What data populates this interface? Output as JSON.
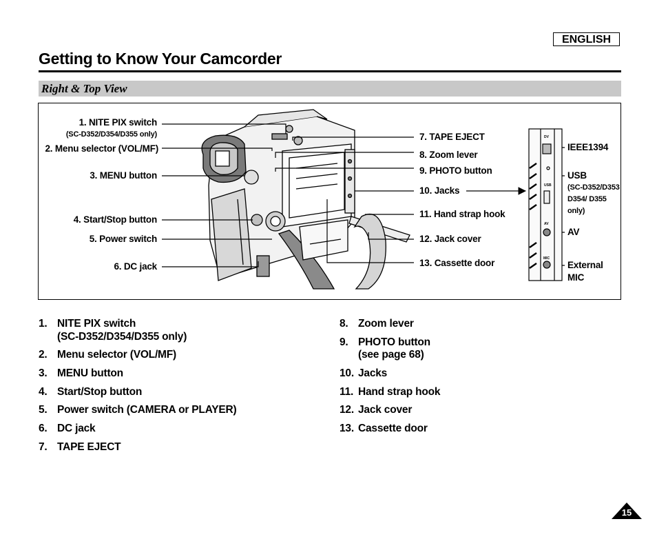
{
  "header": {
    "language_badge": "ENGLISH",
    "page_title": "Getting to Know Your Camcorder",
    "section_title": "Right & Top View"
  },
  "figure": {
    "left_labels": {
      "nite_pix": "1. NITE PIX switch",
      "nite_pix_models": "(SC-D352/D354/D355 only)",
      "menu_selector": "2. Menu selector (VOL/MF)",
      "menu_button": "3. MENU button",
      "start_stop": "4. Start/Stop button",
      "power_switch": "5. Power switch",
      "dc_jack": "6. DC jack"
    },
    "right_labels": {
      "tape_eject": "7. TAPE EJECT",
      "zoom_lever": "8. Zoom lever",
      "photo_button": "9. PHOTO button",
      "jacks": "10. Jacks",
      "hand_strap": "11. Hand strap hook",
      "jack_cover": "12. Jack cover",
      "cassette_door": "13. Cassette door"
    },
    "jack_panel": {
      "ieee": "IEEE1394",
      "usb": "USB",
      "usb_models_1": "(SC-D352/D353",
      "usb_models_2": "D354/ D355",
      "usb_models_3": "only)",
      "av": "AV",
      "mic_1": "External",
      "mic_2": "MIC",
      "tiny_dv": "DV",
      "tiny_usb": "USB",
      "tiny_av": "AV",
      "tiny_mic": "MIC"
    }
  },
  "list_left": [
    {
      "num": "1.",
      "text": "NITE PIX switch"
    },
    {
      "num": "",
      "text": "(SC-D352/D354/D355 only)"
    },
    {
      "num": "2.",
      "text": "Menu selector (VOL/MF)"
    },
    {
      "num": "3.",
      "text": "MENU button"
    },
    {
      "num": "4.",
      "text": "Start/Stop button"
    },
    {
      "num": "5.",
      "text": "Power switch (CAMERA or PLAYER)"
    },
    {
      "num": "6.",
      "text": "DC jack"
    },
    {
      "num": "7.",
      "text": "TAPE EJECT"
    }
  ],
  "list_right": [
    {
      "num": "8.",
      "text": "Zoom lever"
    },
    {
      "num": "9.",
      "text": "PHOTO button"
    },
    {
      "num": "",
      "text": "(see page 68)"
    },
    {
      "num": "10.",
      "text": "Jacks"
    },
    {
      "num": "11.",
      "text": "Hand strap hook"
    },
    {
      "num": "12.",
      "text": "Jack cover"
    },
    {
      "num": "13.",
      "text": "Cassette door"
    }
  ],
  "footer": {
    "page_number": "15"
  }
}
